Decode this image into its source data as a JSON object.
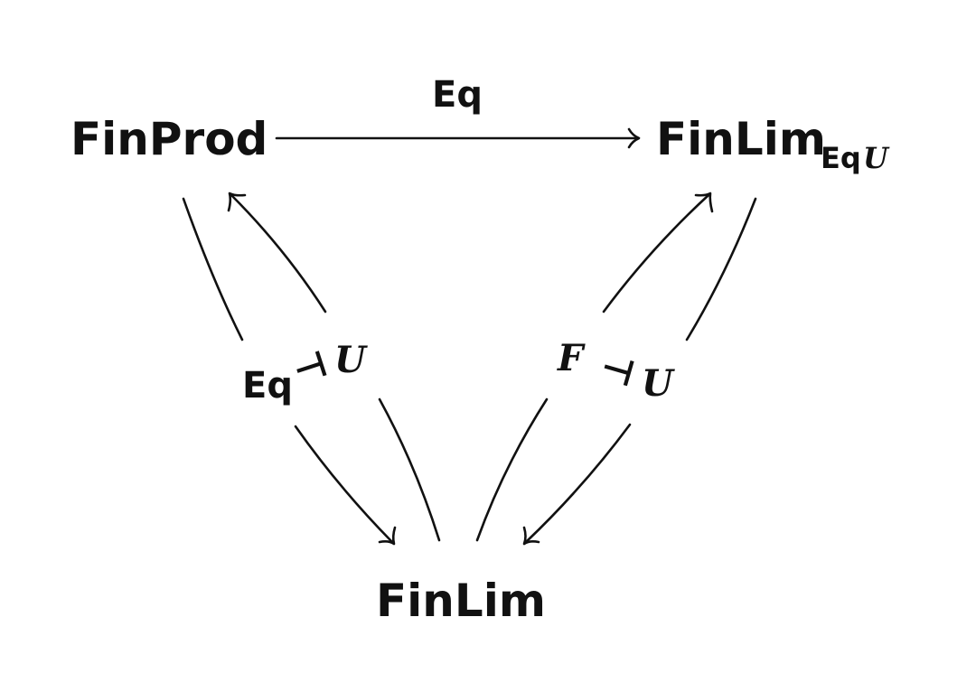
{
  "nodes": {
    "finprod": "FinProd",
    "finlim_equ": {
      "base": "FinLim",
      "sub_eq": "Eq",
      "sub_u": "U"
    },
    "finlim": "FinLim"
  },
  "top_arrow_label": "Eq",
  "left_adjunction": {
    "left": "Eq",
    "symbol": "⊣",
    "right": "U"
  },
  "right_adjunction": {
    "left": "F",
    "symbol": "⊣",
    "right": "U"
  }
}
